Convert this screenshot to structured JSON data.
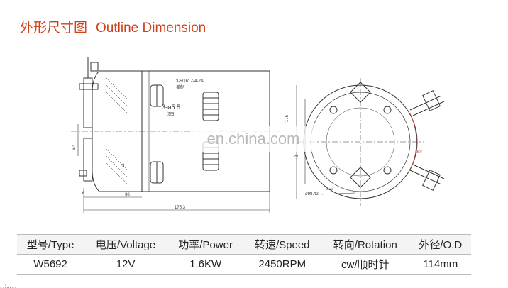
{
  "header": {
    "title_cn": "外形尺寸图",
    "title_en": "Outline Dimension"
  },
  "drawing": {
    "side_view": {
      "thread_note": "3-5/16\" -24-2A",
      "thread_sub": "美制",
      "hole_note": "3-ø5.5",
      "hole_sub": "深5",
      "dim_left": "6.4",
      "dim_small": "9",
      "dim_bottom_1": "38",
      "dim_bottom_2": "175.3",
      "dim_left_small": "6"
    },
    "front_view": {
      "dim_right": "175",
      "dim_bolt": "2-",
      "dim_diameter": "ø98.42",
      "dim_diameter_tol": "0.087",
      "dim_angle": "90°"
    }
  },
  "watermark": "en.china.com",
  "specs": {
    "headers": [
      "型号/Type",
      "电压/Voltage",
      "功率/Power",
      "转速/Speed",
      "转向/Rotation",
      "外径/O.D"
    ],
    "rows": [
      [
        "W5692",
        "12V",
        "1.6KW",
        "2450RPM",
        "cw/顺时针",
        "114mm"
      ]
    ]
  },
  "footer_fragment": "sion",
  "colors": {
    "title": "#d0411d",
    "line": "#333333",
    "dim": "#c0392b"
  }
}
